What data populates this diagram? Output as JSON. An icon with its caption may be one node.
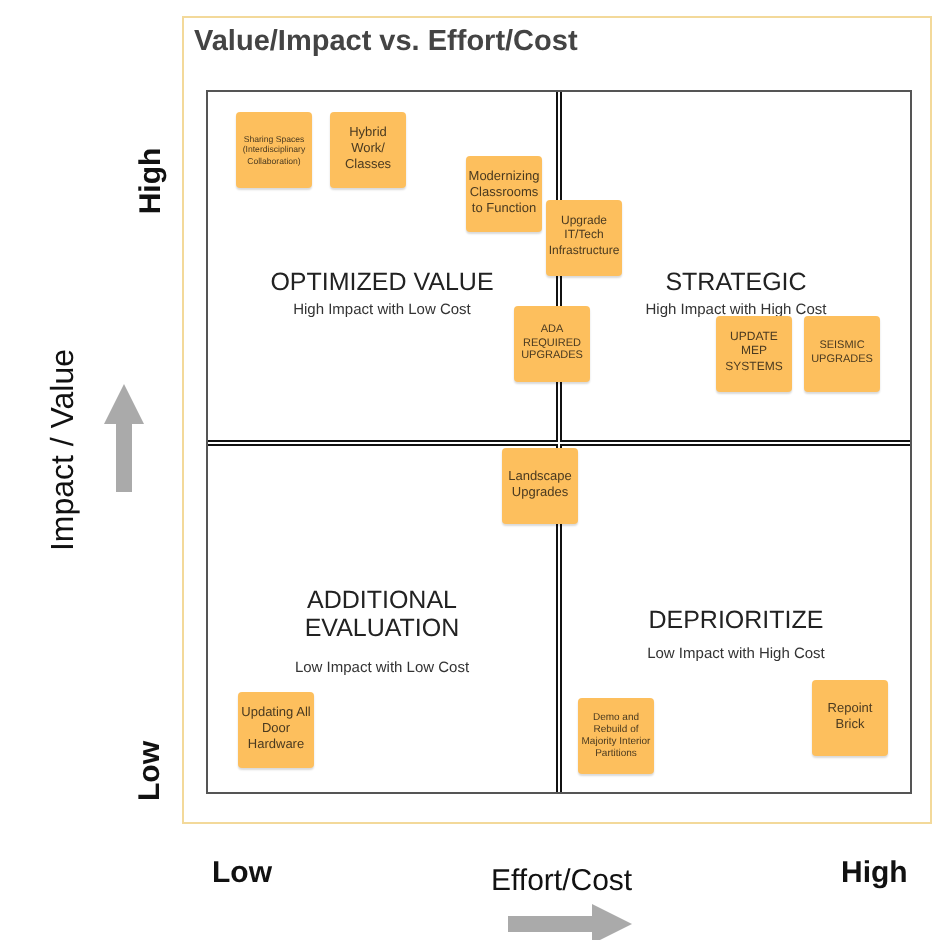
{
  "diagram": {
    "title": "Value/Impact vs. Effort/Cost",
    "nodes": [
      {
        "text": [
          "OPTIMIZED VALUE",
          "High Impact with Low Cost"
        ]
      },
      {
        "text": [
          "STRATEGIC",
          "High Impact with High Cost"
        ]
      },
      {
        "text": [
          "ADDITIONAL EVALUATION",
          "Low Impact with Low Cost"
        ]
      },
      {
        "text": [
          "DEPRIORITIZE",
          "Low Impact with High Cost"
        ]
      },
      {
        "text": [
          "Sharing Spaces (Interdisciplinary Collaboration)"
        ],
        "in": 0
      },
      {
        "text": [
          "Hybrid Work/ Classes"
        ],
        "in": 0
      },
      {
        "text": [
          "Modernizing Classrooms to Function"
        ],
        "in": 0
      },
      {
        "text": [
          "Upgrade IT/Tech Infrastructure"
        ]
      },
      {
        "text": [
          "ADA REQUIRED UPGRADES"
        ]
      },
      {
        "text": [
          "UPDATE MEP SYSTEMS"
        ],
        "in": 1
      },
      {
        "text": [
          "SEISMIC UPGRADES"
        ],
        "in": 1
      },
      {
        "text": [
          "Landscape Upgrades"
        ]
      },
      {
        "text": [
          "Updating All Door Hardware"
        ],
        "in": 2
      },
      {
        "text": [
          "Demo and Rebuild of Majority Interior Partitions"
        ],
        "in": 3
      },
      {
        "text": [
          "Repoint Brick"
        ],
        "in": 3
      }
    ],
    "edges": [],
    "labels": [
      "High",
      "Impact / Value",
      "Low",
      "Low",
      "Effort/Cost",
      "High"
    ]
  }
}
